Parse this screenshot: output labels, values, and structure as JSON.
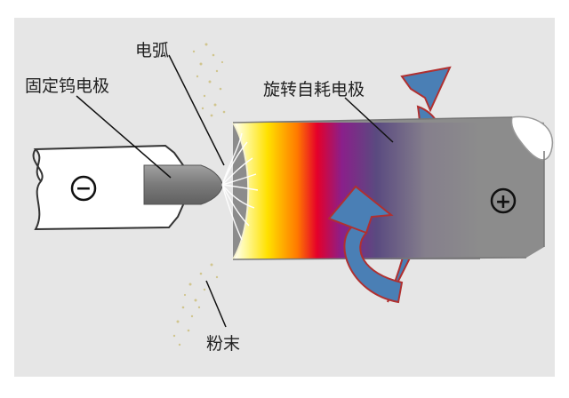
{
  "labels": {
    "fixed_electrode": "固定钨电极",
    "arc": "电弧",
    "rotating_electrode": "旋转自耗电极",
    "powder": "粉末"
  },
  "symbols": {
    "negative": "−",
    "positive": "+"
  },
  "colors": {
    "background": "#e6e6e6",
    "electrode_gray": "#8c8c8c",
    "arrow_blue": "#4a7fb5",
    "arrow_outline": "#b03030",
    "powder_dots": "#c8b86a"
  }
}
